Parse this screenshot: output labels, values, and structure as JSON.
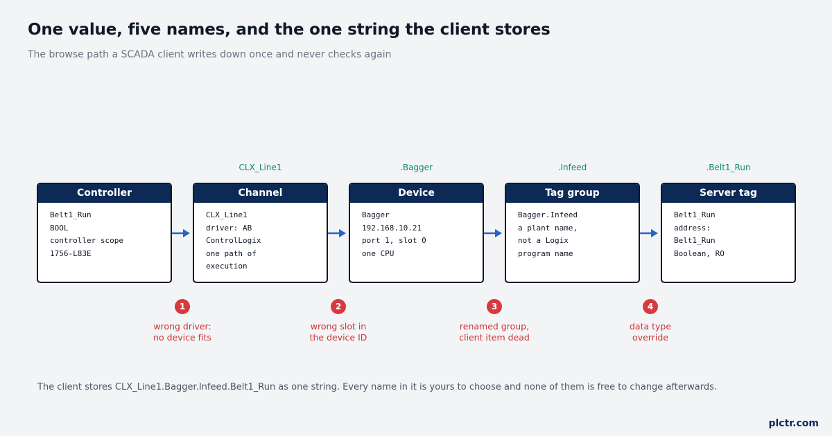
{
  "title": "One value, five names, and the one string the client stores",
  "subtitle": "The browse path a SCADA client writes down once and never checks again",
  "path_labels": [
    "",
    "CLX_Line1",
    ".Bagger",
    ".Infeed",
    ".Belt1_Run"
  ],
  "nodes": [
    {
      "title": "Controller",
      "lines": [
        "Belt1_Run",
        "BOOL",
        "controller scope",
        "1756-L83E"
      ]
    },
    {
      "title": "Channel",
      "lines": [
        "CLX_Line1",
        "driver: AB",
        "ControlLogix",
        "one path of",
        "execution"
      ]
    },
    {
      "title": "Device",
      "lines": [
        "Bagger",
        "192.168.10.21",
        "port 1, slot 0",
        "one CPU"
      ]
    },
    {
      "title": "Tag group",
      "lines": [
        "Bagger.Infeed",
        "a plant name,",
        "not a Logix",
        "program name"
      ]
    },
    {
      "title": "Server tag",
      "lines": [
        "Belt1_Run",
        "address:",
        "Belt1_Run",
        "Boolean, RO"
      ]
    }
  ],
  "failures": [
    {
      "number": "1",
      "lines": [
        "wrong driver:",
        "no device fits"
      ]
    },
    {
      "number": "2",
      "lines": [
        "wrong slot in",
        "the device ID"
      ]
    },
    {
      "number": "3",
      "lines": [
        "renamed group,",
        "client item dead"
      ]
    },
    {
      "number": "4",
      "lines": [
        "data type",
        "override"
      ]
    }
  ],
  "footer": "The client stores CLX_Line1.Bagger.Infeed.Belt1_Run as one string. Every name in it is yours to choose and none of them is free to change afterwards.",
  "brand": "plctr.com",
  "colors": {
    "header": "#0c2a55",
    "path_label": "#0f8a6e",
    "arrow": "#2563c9",
    "failure": "#d63a3f"
  },
  "icons": {
    "connector": "right-arrow-icon"
  }
}
